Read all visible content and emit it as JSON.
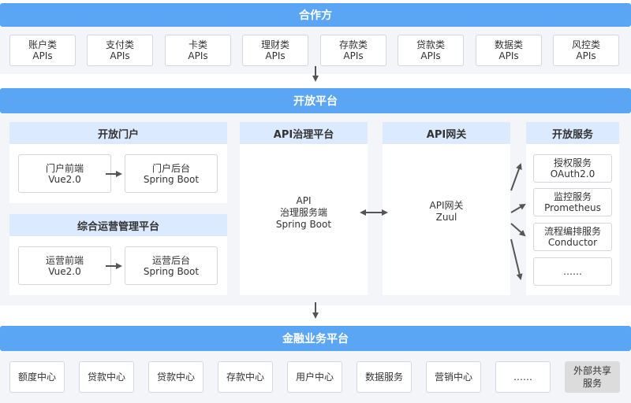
{
  "partner": {
    "title": "合作方",
    "apis": [
      {
        "name": "账户类",
        "sub": "APIs"
      },
      {
        "name": "支付类",
        "sub": "APIs"
      },
      {
        "name": "卡类",
        "sub": "APIs"
      },
      {
        "name": "理财类",
        "sub": "APIs"
      },
      {
        "name": "存款类",
        "sub": "APIs"
      },
      {
        "name": "贷款类",
        "sub": "APIs"
      },
      {
        "name": "数据类",
        "sub": "APIs"
      },
      {
        "name": "风控类",
        "sub": "APIs"
      }
    ]
  },
  "open_platform": {
    "title": "开放平台",
    "portal": {
      "title": "开放门户",
      "front": {
        "name": "门户前端",
        "tech": "Vue2.0"
      },
      "back": {
        "name": "门户后台",
        "tech": "Spring Boot"
      }
    },
    "ops": {
      "title": "综合运营管理平台",
      "front": {
        "name": "运营前端",
        "tech": "Vue2.0"
      },
      "back": {
        "name": "运营后台",
        "tech": "Spring Boot"
      }
    },
    "governance": {
      "title": "API治理平台",
      "line1": "API",
      "line2": "治理服务端",
      "line3": "Spring Boot"
    },
    "gateway": {
      "title": "API网关",
      "line1": "API网关",
      "line2": "Zuul"
    },
    "services": {
      "title": "开放服务",
      "items": [
        {
          "name": "授权服务",
          "tech": "OAuth2.0"
        },
        {
          "name": "监控服务",
          "tech": "Prometheus"
        },
        {
          "name": "流程编排服务",
          "tech": "Conductor"
        },
        {
          "name": "……",
          "tech": ""
        }
      ]
    }
  },
  "finance": {
    "title": "金融业务平台",
    "centers": [
      "额度中心",
      "贷款中心",
      "贷款中心",
      "存款中心",
      "用户中心",
      "数据服务",
      "营销中心",
      "……"
    ],
    "external": {
      "line1": "外部共享",
      "line2": "服务"
    }
  },
  "colors": {
    "bar": "#5aa5f4",
    "panel_head": "#dbeaff",
    "section_bg": "#f3f5f8",
    "arrow": "#555555",
    "external_bg": "#dcdcdc"
  }
}
